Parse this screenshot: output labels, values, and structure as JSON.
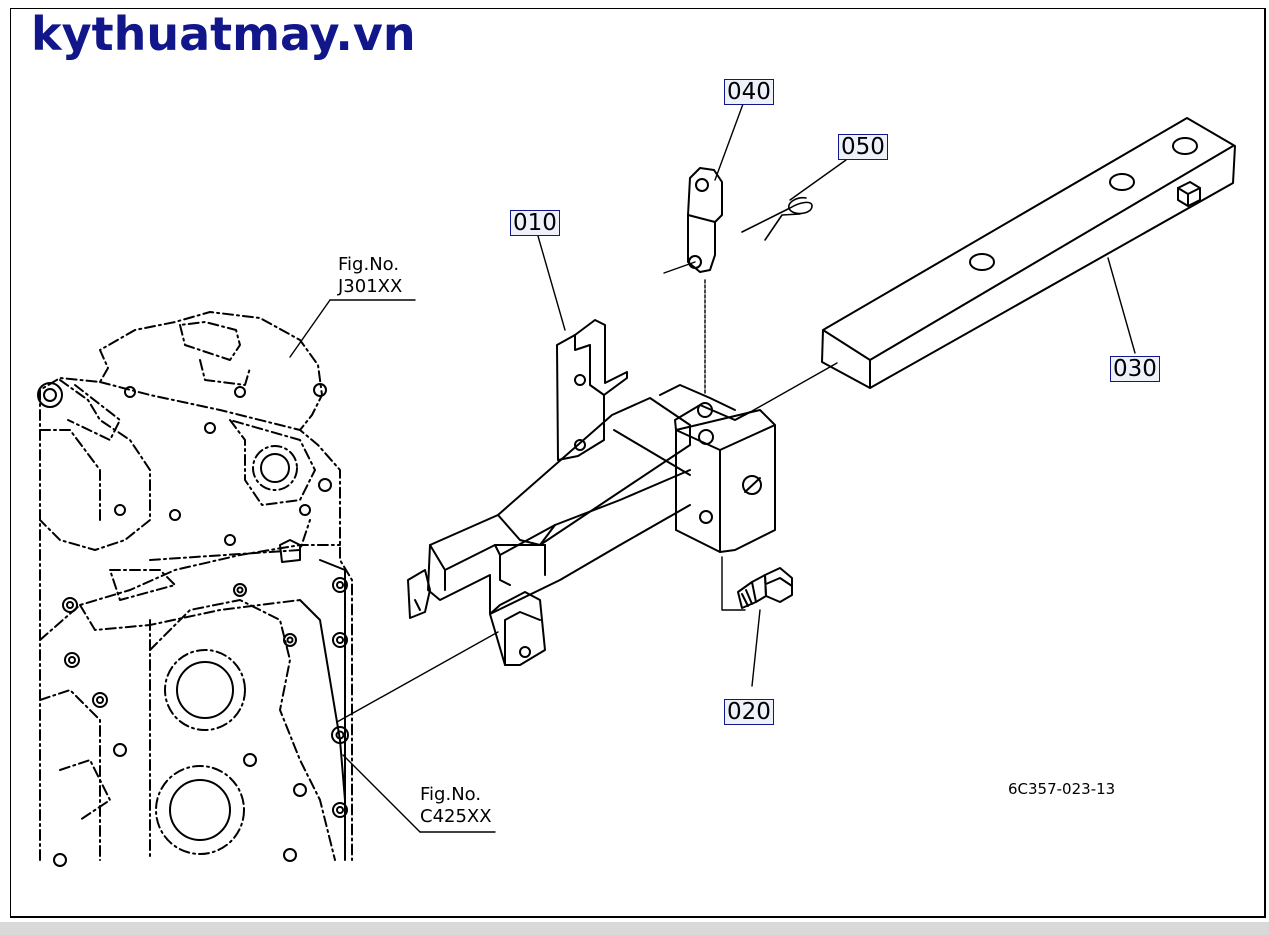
{
  "watermark": "kythuatmay.vn",
  "drawing_number": "6C357-023-13",
  "figure_refs": [
    {
      "line1": "Fig.No.",
      "line2": "J301XX"
    },
    {
      "line1": "Fig.No.",
      "line2": "C425XX"
    }
  ],
  "callouts": [
    "040",
    "050",
    "010",
    "030",
    "020"
  ],
  "colors": {
    "brand": "#11168a",
    "callout_fill": "#eef0fa",
    "line": "#000000"
  }
}
